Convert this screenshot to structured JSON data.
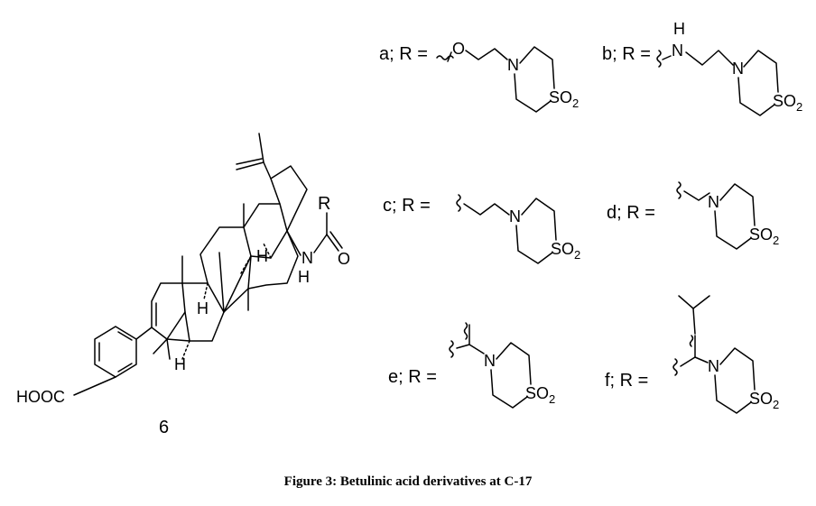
{
  "scaffold": {
    "compound_number": "6",
    "substituent": "R",
    "atoms": {
      "hooc": "HOOC",
      "nh_n": "N",
      "nh_h": "H",
      "carbonyl_o": "O",
      "h_stereo": "H"
    }
  },
  "derivatives": [
    {
      "label": "a; R =",
      "linker_atom": "O",
      "ring_n": "N",
      "ring_s": "SO",
      "ring_s_sub": "2"
    },
    {
      "label": "b; R =",
      "linker_atom": "N",
      "linker_h": "H",
      "ring_n": "N",
      "ring_s": "SO",
      "ring_s_sub": "2"
    },
    {
      "label": "c; R =",
      "ring_n": "N",
      "ring_s": "SO",
      "ring_s_sub": "2"
    },
    {
      "label": "d; R =",
      "ring_n": "N",
      "ring_s": "SO",
      "ring_s_sub": "2"
    },
    {
      "label": "e; R =",
      "ring_n": "N",
      "ring_s": "SO",
      "ring_s_sub": "2"
    },
    {
      "label": "f; R =",
      "ring_n": "N",
      "ring_s": "SO",
      "ring_s_sub": "2"
    }
  ],
  "caption": "Figure 3: Betulinic acid derivatives at C-17"
}
